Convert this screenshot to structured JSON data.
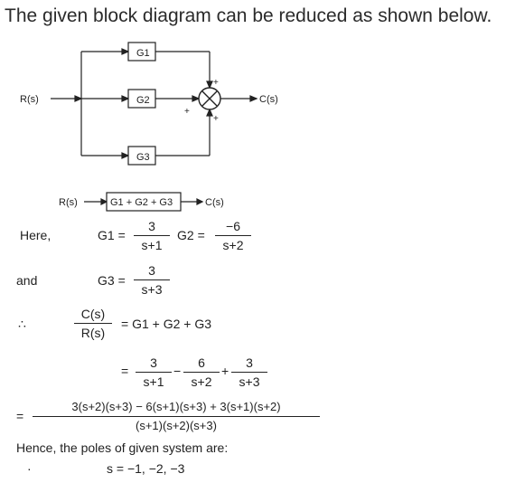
{
  "heading": "The given block diagram can be reduced as shown below.",
  "diagram1": {
    "input": "R(s)",
    "output": "C(s)",
    "blocks": [
      "G1",
      "G2",
      "G3"
    ],
    "summing_signs": [
      "+",
      "+",
      "+"
    ]
  },
  "diagram2": {
    "input": "R(s)",
    "block": "G1 + G2 + G3",
    "output": "C(s)"
  },
  "math": {
    "here_label": "Here,",
    "g1_lhs": "G1 =",
    "g1_num": "3",
    "g1_den": "s+1",
    "g2_lhs": "G2 =",
    "g2_num": "−6",
    "g2_den": "s+2",
    "and_label": "and",
    "g3_lhs": "G3 =",
    "g3_num": "3",
    "g3_den": "s+3",
    "therefore": "∴",
    "cr_num": "C(s)",
    "cr_den": "R(s)",
    "cr_rhs": "= G1 + G2 + G3",
    "sum_num1": "3",
    "sum_den1": "s+1",
    "sum_num2": "6",
    "sum_den2": "s+2",
    "sum_num3": "3",
    "sum_den3": "s+3",
    "big_num": "3(s+2)(s+3) − 6(s+1)(s+3) + 3(s+1)(s+2)",
    "big_den": "(s+1)(s+2)(s+3)",
    "conclusion": "Hence, the poles of given system are:",
    "poles": "s = −1, −2, −3"
  }
}
